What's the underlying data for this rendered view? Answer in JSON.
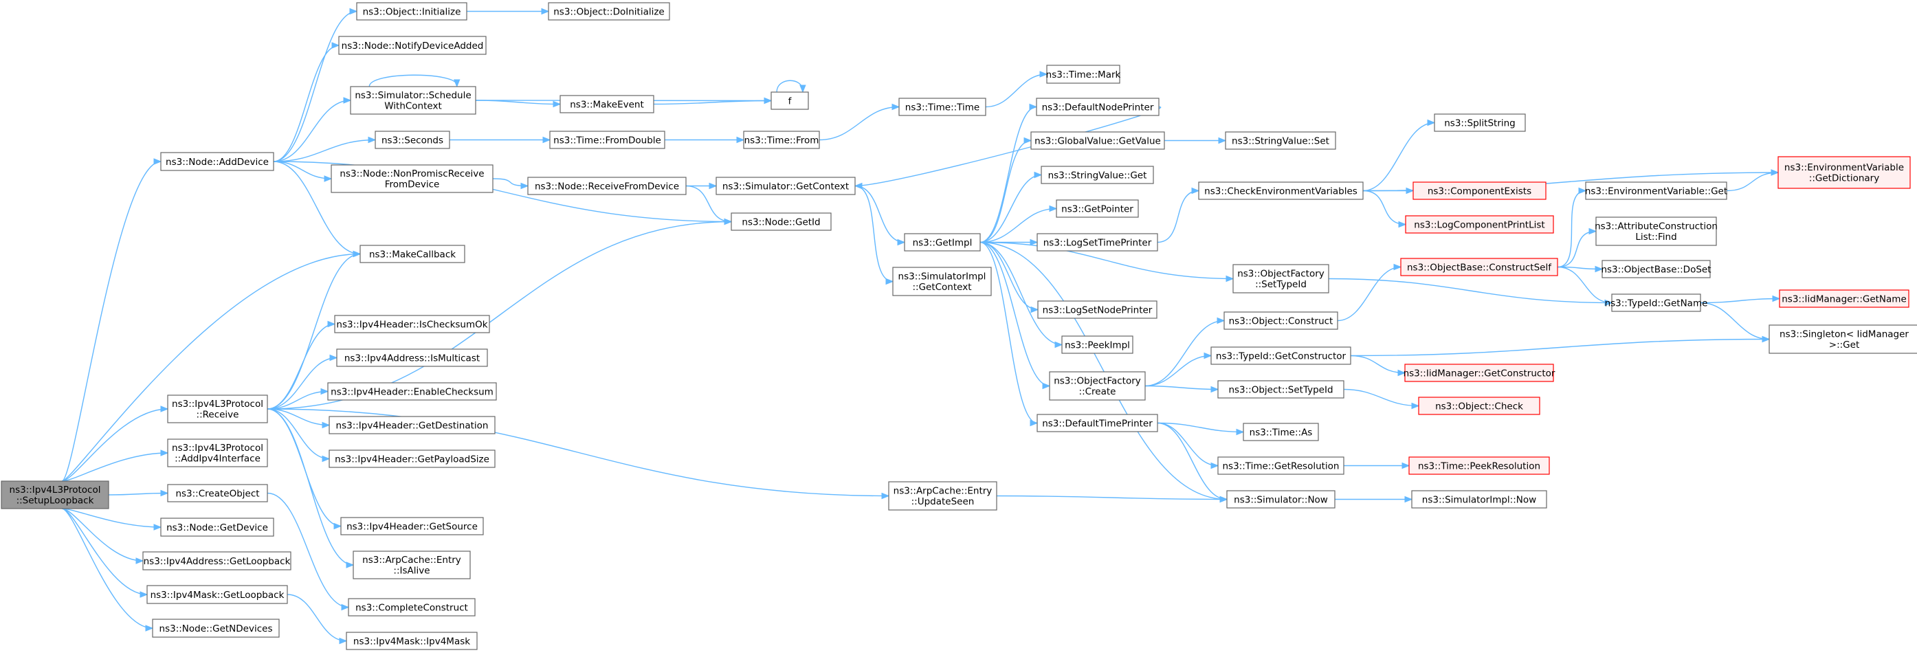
{
  "colors": {
    "edge": "#63b8ff",
    "node_border": "#666666",
    "node_fill": "#ffffff",
    "root_fill": "#999999",
    "truncated_border": "#ff0000",
    "truncated_fill": "#fff0f0"
  },
  "nodes": [
    {
      "id": "setup",
      "lines": [
        "ns3::Ipv4L3Protocol",
        "::SetupLoopback"
      ],
      "kind": "root"
    },
    {
      "id": "adddevice",
      "lines": [
        "ns3::Node::AddDevice"
      ]
    },
    {
      "id": "receive",
      "lines": [
        "ns3::Ipv4L3Protocol",
        "::Receive"
      ]
    },
    {
      "id": "addipv4",
      "lines": [
        "ns3::Ipv4L3Protocol",
        "::AddIpv4Interface"
      ]
    },
    {
      "id": "createobject",
      "lines": [
        "ns3::CreateObject"
      ]
    },
    {
      "id": "getdevice",
      "lines": [
        "ns3::Node::GetDevice"
      ]
    },
    {
      "id": "addrloop",
      "lines": [
        "ns3::Ipv4Address::GetLoopback"
      ]
    },
    {
      "id": "maskloop",
      "lines": [
        "ns3::Ipv4Mask::GetLoopback"
      ]
    },
    {
      "id": "getndevices",
      "lines": [
        "ns3::Node::GetNDevices"
      ]
    },
    {
      "id": "objinit",
      "lines": [
        "ns3::Object::Initialize"
      ]
    },
    {
      "id": "objdoinit",
      "lines": [
        "ns3::Object::DoInitialize"
      ]
    },
    {
      "id": "notifydev",
      "lines": [
        "ns3::Node::NotifyDeviceAdded"
      ]
    },
    {
      "id": "schedctx",
      "lines": [
        "ns3::Simulator::Schedule",
        "WithContext"
      ]
    },
    {
      "id": "makeevent",
      "lines": [
        "ns3::MakeEvent"
      ]
    },
    {
      "id": "f",
      "lines": [
        "f"
      ]
    },
    {
      "id": "seconds",
      "lines": [
        "ns3::Seconds"
      ]
    },
    {
      "id": "fromdouble",
      "lines": [
        "ns3::Time::FromDouble"
      ]
    },
    {
      "id": "timefrom",
      "lines": [
        "ns3::Time::From"
      ]
    },
    {
      "id": "timetime",
      "lines": [
        "ns3::Time::Time"
      ]
    },
    {
      "id": "timemark",
      "lines": [
        "ns3::Time::Mark"
      ]
    },
    {
      "id": "nonpromisc",
      "lines": [
        "ns3::Node::NonPromiscReceive",
        "FromDevice"
      ]
    },
    {
      "id": "recvfromdev",
      "lines": [
        "ns3::Node::ReceiveFromDevice"
      ]
    },
    {
      "id": "simgetctx",
      "lines": [
        "ns3::Simulator::GetContext"
      ]
    },
    {
      "id": "nodegetid",
      "lines": [
        "ns3::Node::GetId"
      ]
    },
    {
      "id": "makecallback",
      "lines": [
        "ns3::MakeCallback"
      ]
    },
    {
      "id": "getimpl",
      "lines": [
        "ns3::GetImpl"
      ]
    },
    {
      "id": "simimplgetctx",
      "lines": [
        "ns3::SimulatorImpl",
        "::GetContext"
      ]
    },
    {
      "id": "defnodeprinter",
      "lines": [
        "ns3::DefaultNodePrinter"
      ]
    },
    {
      "id": "gvgetvalue",
      "lines": [
        "ns3::GlobalValue::GetValue"
      ]
    },
    {
      "id": "svset",
      "lines": [
        "ns3::StringValue::Set"
      ]
    },
    {
      "id": "svget",
      "lines": [
        "ns3::StringValue::Get"
      ]
    },
    {
      "id": "getpointer",
      "lines": [
        "ns3::GetPointer"
      ]
    },
    {
      "id": "logsettime",
      "lines": [
        "ns3::LogSetTimePrinter"
      ]
    },
    {
      "id": "checkenv",
      "lines": [
        "ns3::CheckEnvironmentVariables"
      ]
    },
    {
      "id": "splitstring",
      "lines": [
        "ns3::SplitString"
      ]
    },
    {
      "id": "envgetdict",
      "lines": [
        "ns3::EnvironmentVariable",
        "::GetDictionary"
      ],
      "kind": "truncated"
    },
    {
      "id": "compexists",
      "lines": [
        "ns3::ComponentExists"
      ],
      "kind": "truncated"
    },
    {
      "id": "logcompprint",
      "lines": [
        "ns3::LogComponentPrintList"
      ],
      "kind": "truncated"
    },
    {
      "id": "envget",
      "lines": [
        "ns3::EnvironmentVariable::Get"
      ]
    },
    {
      "id": "attrfind",
      "lines": [
        "ns3::AttributeConstruction",
        "List::Find"
      ]
    },
    {
      "id": "objbasedoset",
      "lines": [
        "ns3::ObjectBase::DoSet"
      ]
    },
    {
      "id": "constructself",
      "lines": [
        "ns3::ObjectBase::ConstructSelf"
      ],
      "kind": "truncated"
    },
    {
      "id": "typeidgetname",
      "lines": [
        "ns3::TypeId::GetName"
      ]
    },
    {
      "id": "iidgetname",
      "lines": [
        "ns3::IidManager::GetName"
      ],
      "kind": "truncated"
    },
    {
      "id": "singletonget",
      "lines": [
        "ns3::Singleton< IidManager",
        ">::Get"
      ]
    },
    {
      "id": "ofsettypeid",
      "lines": [
        "ns3::ObjectFactory",
        "::SetTypeId"
      ]
    },
    {
      "id": "lognodeprinter",
      "lines": [
        "ns3::LogSetNodePrinter"
      ]
    },
    {
      "id": "peekimpl",
      "lines": [
        "ns3::PeekImpl"
      ]
    },
    {
      "id": "objconstruct",
      "lines": [
        "ns3::Object::Construct"
      ]
    },
    {
      "id": "ofcreate",
      "lines": [
        "ns3::ObjectFactory",
        "::Create"
      ]
    },
    {
      "id": "typeidgetctor",
      "lines": [
        "ns3::TypeId::GetConstructor"
      ]
    },
    {
      "id": "iidgetctor",
      "lines": [
        "ns3::IidManager::GetConstructor"
      ],
      "kind": "truncated"
    },
    {
      "id": "objsettypeid",
      "lines": [
        "ns3::Object::SetTypeId"
      ]
    },
    {
      "id": "objcheck",
      "lines": [
        "ns3::Object::Check"
      ],
      "kind": "truncated"
    },
    {
      "id": "deftimeprinter",
      "lines": [
        "ns3::DefaultTimePrinter"
      ]
    },
    {
      "id": "timeas",
      "lines": [
        "ns3::Time::As"
      ]
    },
    {
      "id": "timegetres",
      "lines": [
        "ns3::Time::GetResolution"
      ]
    },
    {
      "id": "timepeekres",
      "lines": [
        "ns3::Time::PeekResolution"
      ],
      "kind": "truncated"
    },
    {
      "id": "simnow",
      "lines": [
        "ns3::Simulator::Now"
      ]
    },
    {
      "id": "simimplnow",
      "lines": [
        "ns3::SimulatorImpl::Now"
      ]
    },
    {
      "id": "arpupdateseen",
      "lines": [
        "ns3::ArpCache::Entry",
        "::UpdateSeen"
      ]
    },
    {
      "id": "ischecksumok",
      "lines": [
        "ns3::Ipv4Header::IsChecksumOk"
      ]
    },
    {
      "id": "ismulticast",
      "lines": [
        "ns3::Ipv4Address::IsMulticast"
      ]
    },
    {
      "id": "enablechecksum",
      "lines": [
        "ns3::Ipv4Header::EnableChecksum"
      ]
    },
    {
      "id": "getdestination",
      "lines": [
        "ns3::Ipv4Header::GetDestination"
      ]
    },
    {
      "id": "getpayloadsize",
      "lines": [
        "ns3::Ipv4Header::GetPayloadSize"
      ]
    },
    {
      "id": "getsource",
      "lines": [
        "ns3::Ipv4Header::GetSource"
      ]
    },
    {
      "id": "arpisalive",
      "lines": [
        "ns3::ArpCache::Entry",
        "::IsAlive"
      ]
    },
    {
      "id": "completeconstruct",
      "lines": [
        "ns3::CompleteConstruct"
      ]
    },
    {
      "id": "ipv4maskctor",
      "lines": [
        "ns3::Ipv4Mask::Ipv4Mask"
      ]
    }
  ],
  "edges": [
    [
      "setup",
      "adddevice"
    ],
    [
      "setup",
      "receive"
    ],
    [
      "setup",
      "addipv4"
    ],
    [
      "setup",
      "createobject"
    ],
    [
      "setup",
      "getdevice"
    ],
    [
      "setup",
      "addrloop"
    ],
    [
      "setup",
      "maskloop"
    ],
    [
      "setup",
      "getndevices"
    ],
    [
      "setup",
      "makecallback"
    ],
    [
      "adddevice",
      "objinit"
    ],
    [
      "adddevice",
      "notifydev"
    ],
    [
      "adddevice",
      "schedctx"
    ],
    [
      "adddevice",
      "seconds"
    ],
    [
      "adddevice",
      "nonpromisc"
    ],
    [
      "adddevice",
      "nodegetid"
    ],
    [
      "adddevice",
      "makecallback"
    ],
    [
      "objinit",
      "objdoinit"
    ],
    [
      "schedctx",
      "makeevent"
    ],
    [
      "schedctx",
      "f"
    ],
    [
      "schedctx",
      "schedctx"
    ],
    [
      "makeevent",
      "f"
    ],
    [
      "f",
      "f"
    ],
    [
      "seconds",
      "fromdouble"
    ],
    [
      "fromdouble",
      "timefrom"
    ],
    [
      "timefrom",
      "timetime"
    ],
    [
      "timetime",
      "timemark"
    ],
    [
      "nonpromisc",
      "recvfromdev"
    ],
    [
      "recvfromdev",
      "simgetctx"
    ],
    [
      "recvfromdev",
      "nodegetid"
    ],
    [
      "simgetctx",
      "getimpl"
    ],
    [
      "simgetctx",
      "simimplgetctx"
    ],
    [
      "getimpl",
      "defnodeprinter"
    ],
    [
      "getimpl",
      "gvgetvalue"
    ],
    [
      "getimpl",
      "svget"
    ],
    [
      "getimpl",
      "getpointer"
    ],
    [
      "getimpl",
      "logsettime"
    ],
    [
      "getimpl",
      "ofsettypeid"
    ],
    [
      "getimpl",
      "lognodeprinter"
    ],
    [
      "getimpl",
      "peekimpl"
    ],
    [
      "getimpl",
      "ofcreate"
    ],
    [
      "getimpl",
      "deftimeprinter"
    ],
    [
      "getimpl",
      "simnow"
    ],
    [
      "defnodeprinter",
      "simgetctx"
    ],
    [
      "gvgetvalue",
      "svset"
    ],
    [
      "logsettime",
      "checkenv"
    ],
    [
      "checkenv",
      "splitstring"
    ],
    [
      "checkenv",
      "envgetdict"
    ],
    [
      "checkenv",
      "compexists"
    ],
    [
      "checkenv",
      "logcompprint"
    ],
    [
      "envget",
      "envgetdict"
    ],
    [
      "ofsettypeid",
      "typeidgetname"
    ],
    [
      "constructself",
      "envget"
    ],
    [
      "constructself",
      "attrfind"
    ],
    [
      "constructself",
      "objbasedoset"
    ],
    [
      "constructself",
      "typeidgetname"
    ],
    [
      "typeidgetname",
      "iidgetname"
    ],
    [
      "typeidgetname",
      "singletonget"
    ],
    [
      "ofcreate",
      "objconstruct"
    ],
    [
      "ofcreate",
      "typeidgetctor"
    ],
    [
      "ofcreate",
      "objsettypeid"
    ],
    [
      "objconstruct",
      "constructself"
    ],
    [
      "typeidgetctor",
      "iidgetctor"
    ],
    [
      "typeidgetctor",
      "singletonget"
    ],
    [
      "objsettypeid",
      "objcheck"
    ],
    [
      "deftimeprinter",
      "timeas"
    ],
    [
      "deftimeprinter",
      "timegetres"
    ],
    [
      "deftimeprinter",
      "simnow"
    ],
    [
      "timegetres",
      "timepeekres"
    ],
    [
      "simnow",
      "simimplnow"
    ],
    [
      "arpupdateseen",
      "simnow"
    ],
    [
      "receive",
      "makecallback"
    ],
    [
      "receive",
      "nodegetid"
    ],
    [
      "receive",
      "ischecksumok"
    ],
    [
      "receive",
      "ismulticast"
    ],
    [
      "receive",
      "enablechecksum"
    ],
    [
      "receive",
      "getdestination"
    ],
    [
      "receive",
      "getpayloadsize"
    ],
    [
      "receive",
      "arpupdateseen"
    ],
    [
      "receive",
      "getsource"
    ],
    [
      "receive",
      "arpisalive"
    ],
    [
      "createobject",
      "completeconstruct"
    ],
    [
      "maskloop",
      "ipv4maskctor"
    ]
  ]
}
